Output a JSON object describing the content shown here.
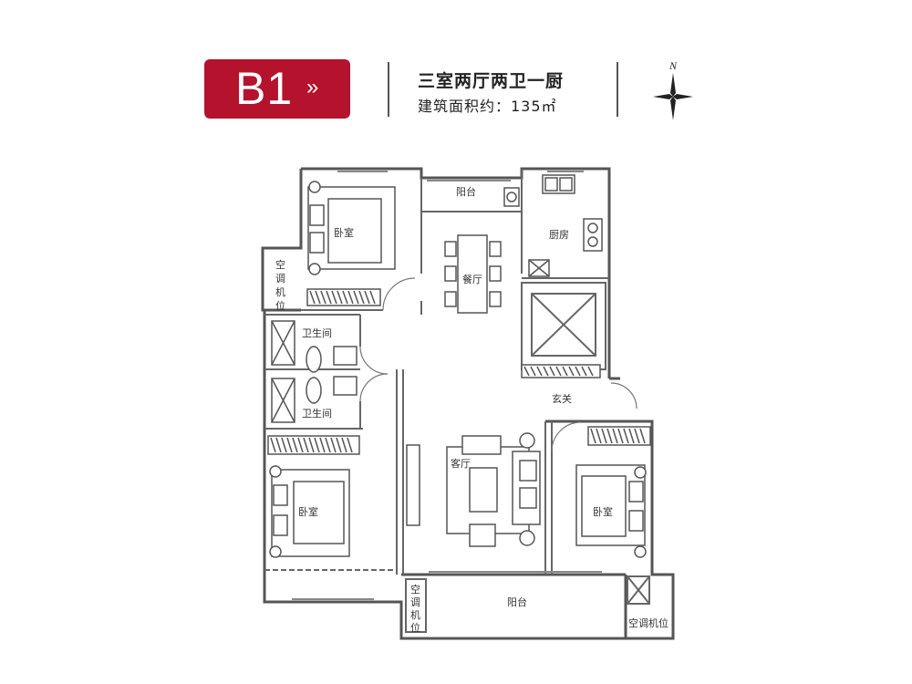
{
  "header": {
    "unit_code": "B1",
    "arrow": "»",
    "layout": "三室两厅两卫一厨",
    "area": "建筑面积约：135㎡",
    "compass_label": "N"
  },
  "rooms": {
    "bedroom_nw": "卧室",
    "balcony_north": "阳台",
    "kitchen": "厨房",
    "dining": "餐厅",
    "ac_west": [
      "空",
      "调",
      "机",
      "位"
    ],
    "bath_1": "卫生间",
    "bath_2": "卫生间",
    "foyer": "玄关",
    "living": "客厅",
    "bedroom_sw": "卧室",
    "bedroom_se": "卧室",
    "balcony_south": "阳台",
    "ac_south": [
      "空",
      "调",
      "机",
      "位"
    ],
    "ac_east": "空调机位"
  },
  "colors": {
    "brand": "#b5122e",
    "wall": "#555555",
    "line": "#666666"
  }
}
